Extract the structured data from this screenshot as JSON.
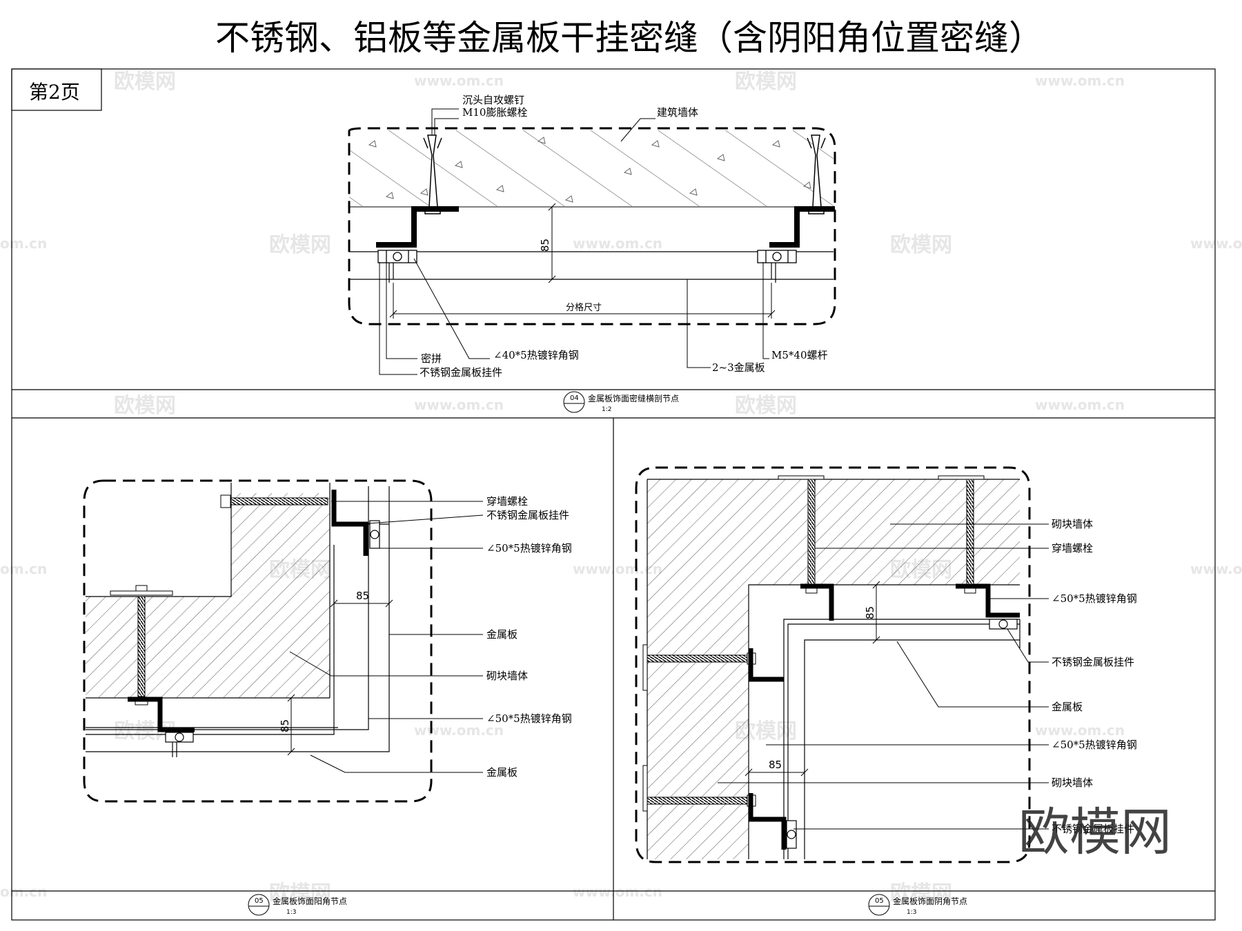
{
  "title": "不锈钢、铝板等金属板干挂密缝（含阴阳角位置密缝）",
  "page_label": "第2页",
  "watermark": {
    "brand": "欧模网",
    "url": "www.om.cn",
    "short_url": "om.cn"
  },
  "detail_top": {
    "callouts": {
      "screw": "沉头自攻螺钉",
      "expansion_bolt": "M10膨胀螺栓",
      "wall": "建筑墙体",
      "sealant": "密拼",
      "angle_steel": "∠40*5热镀锌角钢",
      "bolt": "M5*40螺杆",
      "hanger": "不锈钢金属板挂件",
      "metal_plate": "2~3金属板"
    },
    "dim_85": "85",
    "dim_grid": "分格尺寸",
    "caption_num": "04",
    "caption_text": "金属板饰面密缝横剖节点",
    "caption_scale": "1:2"
  },
  "detail_left": {
    "callouts": {
      "through_bolt": "穿墙螺栓",
      "hanger": "不锈钢金属板挂件",
      "angle_1": "∠50*5热镀锌角钢",
      "plate_1": "金属板",
      "block_wall": "砌块墙体",
      "angle_2": "∠50*5热镀锌角钢",
      "plate_2": "金属板"
    },
    "dim_h": "85",
    "dim_v": "85",
    "caption_num": "05",
    "caption_text": "金属板饰面阳角节点",
    "caption_scale": "1:3"
  },
  "detail_right": {
    "callouts": {
      "block_wall_1": "砌块墙体",
      "through_bolt": "穿墙螺栓",
      "angle_1": "∠50*5热镀锌角钢",
      "hanger_1": "不锈钢金属板挂件",
      "plate": "金属板",
      "angle_2": "∠50*5热镀锌角钢",
      "block_wall_2": "砌块墙体",
      "hanger_2": "不锈钢金属板挂件"
    },
    "dim_v": "85",
    "dim_h": "85",
    "caption_num": "05",
    "caption_text": "金属板饰面阴角节点",
    "caption_scale": "1:3"
  }
}
